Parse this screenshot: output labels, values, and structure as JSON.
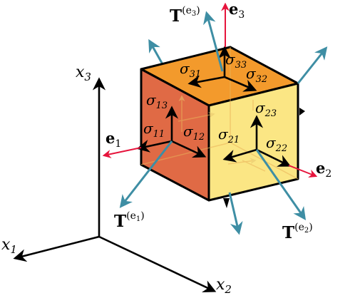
{
  "colors": {
    "face_top": "#f39a2c",
    "face_left": "#e06a45",
    "face_right": "#fbe684",
    "traction_arrow": "#3e8ea4",
    "unit_vector": "#e6143c",
    "stress_arrow": "#000000",
    "edge": "#000000"
  },
  "axes": {
    "x1": {
      "base": "x",
      "sub": "1"
    },
    "x2": {
      "base": "x",
      "sub": "2"
    },
    "x3": {
      "base": "x",
      "sub": "3"
    }
  },
  "unit_vectors": {
    "e1": {
      "base": "e",
      "sub": "1"
    },
    "e2": {
      "base": "e",
      "sub": "2"
    },
    "e3": {
      "base": "e",
      "sub": "3"
    }
  },
  "tractions": {
    "T1": {
      "base": "T",
      "sup": "(e",
      "sup_sub": "1",
      "sup_end": ")"
    },
    "T2": {
      "base": "T",
      "sup": "(e",
      "sup_sub": "2",
      "sup_end": ")"
    },
    "T3": {
      "base": "T",
      "sup": "(e",
      "sup_sub": "3",
      "sup_end": ")"
    }
  },
  "stresses": {
    "s11": {
      "base": "σ",
      "sub": "11"
    },
    "s12": {
      "base": "σ",
      "sub": "12"
    },
    "s13": {
      "base": "σ",
      "sub": "13"
    },
    "s21": {
      "base": "σ",
      "sub": "21"
    },
    "s22": {
      "base": "σ",
      "sub": "22"
    },
    "s23": {
      "base": "σ",
      "sub": "23"
    },
    "s31": {
      "base": "σ",
      "sub": "31"
    },
    "s32": {
      "base": "σ",
      "sub": "32"
    },
    "s33": {
      "base": "σ",
      "sub": "33"
    }
  }
}
